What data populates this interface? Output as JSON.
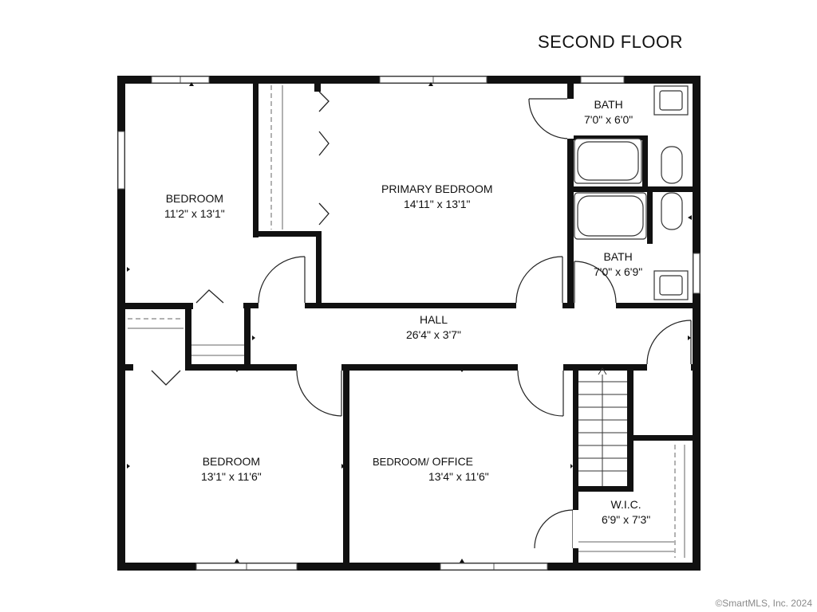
{
  "plan": {
    "title": "SECOND FLOOR",
    "credit": "©SmartMLS, Inc.  2024",
    "rooms": {
      "bedroom_1": {
        "name": "BEDROOM",
        "dims": "11'2\" x 13'1\""
      },
      "primary_bedroom": {
        "name": "PRIMARY BEDROOM",
        "dims": "14'11\" x 13'1\""
      },
      "bath_1": {
        "name": "BATH",
        "dims": "7'0\" x 6'0\""
      },
      "bath_2": {
        "name": "BATH",
        "dims": "7'0\" x 6'9\""
      },
      "hall": {
        "name": "HALL",
        "dims": "26'4\" x 3'7\""
      },
      "bedroom_2": {
        "name": "BEDROOM",
        "dims": "13'1\" x 11'6\""
      },
      "bedroom_office": {
        "name_a": "BEDROOM/",
        "name_b": " OFFICE",
        "dims": "13'4\" x 11'6\""
      },
      "wic": {
        "name": "W.I.C.",
        "dims": "6'9\" x 7'3\""
      }
    }
  }
}
